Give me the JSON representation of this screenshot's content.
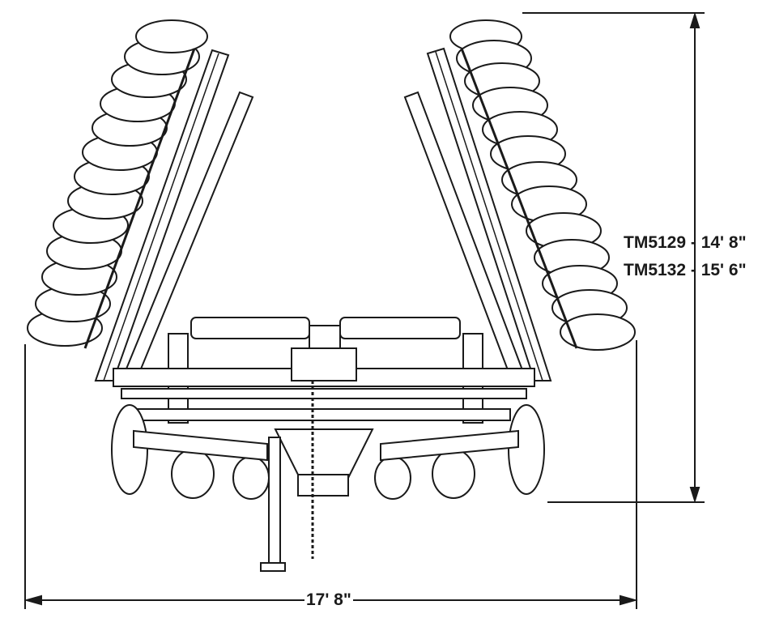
{
  "dimensions": {
    "height_model_1": "TM5129 - 14' 8\"",
    "height_model_2": "TM5132 - 15' 6\"",
    "overall_width": "17' 8\""
  },
  "colors": {
    "line": "#1a1a1a",
    "fill": "#ffffff",
    "shade": "#d9d9d9"
  }
}
